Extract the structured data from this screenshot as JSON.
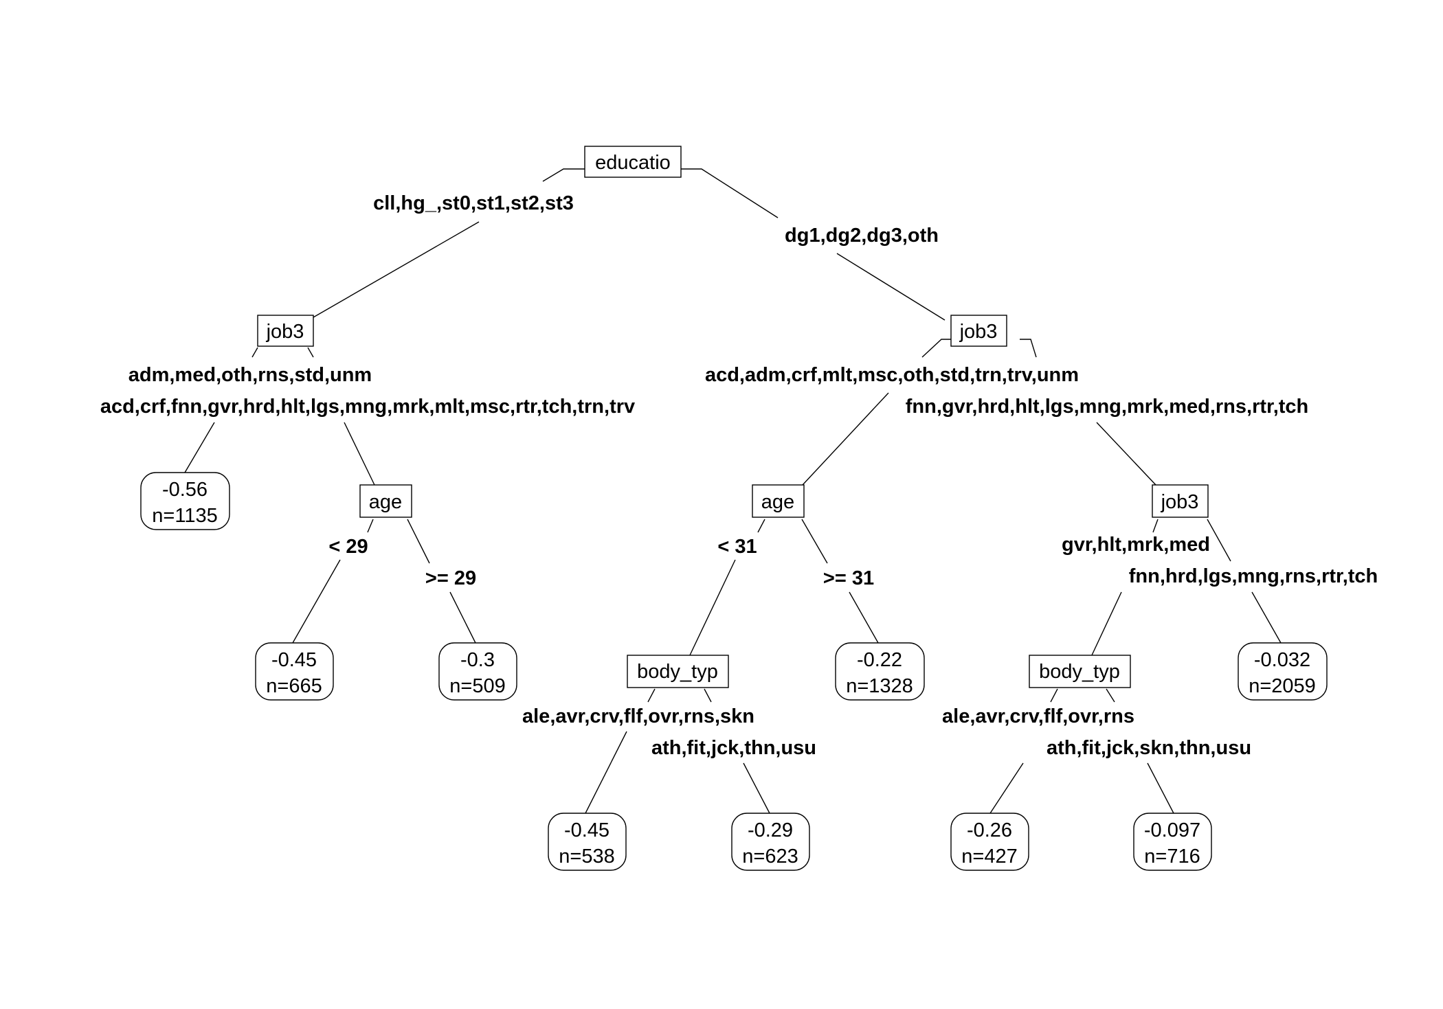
{
  "tree": {
    "nodes": {
      "root": {
        "type": "split",
        "label": "educatio"
      },
      "job3_left": {
        "type": "split",
        "label": "job3"
      },
      "job3_right": {
        "type": "split",
        "label": "job3"
      },
      "age_left": {
        "type": "split",
        "label": "age"
      },
      "age_right": {
        "type": "split",
        "label": "age"
      },
      "job3_rr": {
        "type": "split",
        "label": "job3"
      },
      "body_left": {
        "type": "split",
        "label": "body_typ"
      },
      "body_right": {
        "type": "split",
        "label": "body_typ"
      },
      "leaf_1": {
        "type": "leaf",
        "value": "-0.56",
        "n": "n=1135"
      },
      "leaf_2": {
        "type": "leaf",
        "value": "-0.45",
        "n": "n=665"
      },
      "leaf_3": {
        "type": "leaf",
        "value": "-0.3",
        "n": "n=509"
      },
      "leaf_4": {
        "type": "leaf",
        "value": "-0.22",
        "n": "n=1328"
      },
      "leaf_5": {
        "type": "leaf",
        "value": "-0.032",
        "n": "n=2059"
      },
      "leaf_6": {
        "type": "leaf",
        "value": "-0.45",
        "n": "n=538"
      },
      "leaf_7": {
        "type": "leaf",
        "value": "-0.29",
        "n": "n=623"
      },
      "leaf_8": {
        "type": "leaf",
        "value": "-0.26",
        "n": "n=427"
      },
      "leaf_9": {
        "type": "leaf",
        "value": "-0.097",
        "n": "n=716"
      }
    },
    "edge_labels": {
      "root_left": "cll,hg_,st0,st1,st2,st3",
      "root_right": "dg1,dg2,dg3,oth",
      "job3_left_left": "adm,med,oth,rns,std,unm",
      "job3_left_right": "acd,crf,fnn,gvr,hrd,hlt,lgs,mng,mrk,mlt,msc,rtr,tch,trn,trv",
      "job3_right_left": "acd,adm,crf,mlt,msc,oth,std,trn,trv,unm",
      "job3_right_right": "fnn,gvr,hrd,hlt,lgs,mng,mrk,med,rns,rtr,tch",
      "age_left_left": "< 29",
      "age_left_right": ">= 29",
      "age_right_left": "< 31",
      "age_right_right": ">= 31",
      "job3_rr_left": "gvr,hlt,mrk,med",
      "job3_rr_right": "fnn,hrd,lgs,mng,rns,rtr,tch",
      "body_left_left": "ale,avr,crv,flf,ovr,rns,skn",
      "body_left_right": "ath,fit,jck,thn,usu",
      "body_right_left": "ale,avr,crv,flf,ovr,rns",
      "body_right_right": "ath,fit,jck,skn,thn,usu"
    }
  }
}
